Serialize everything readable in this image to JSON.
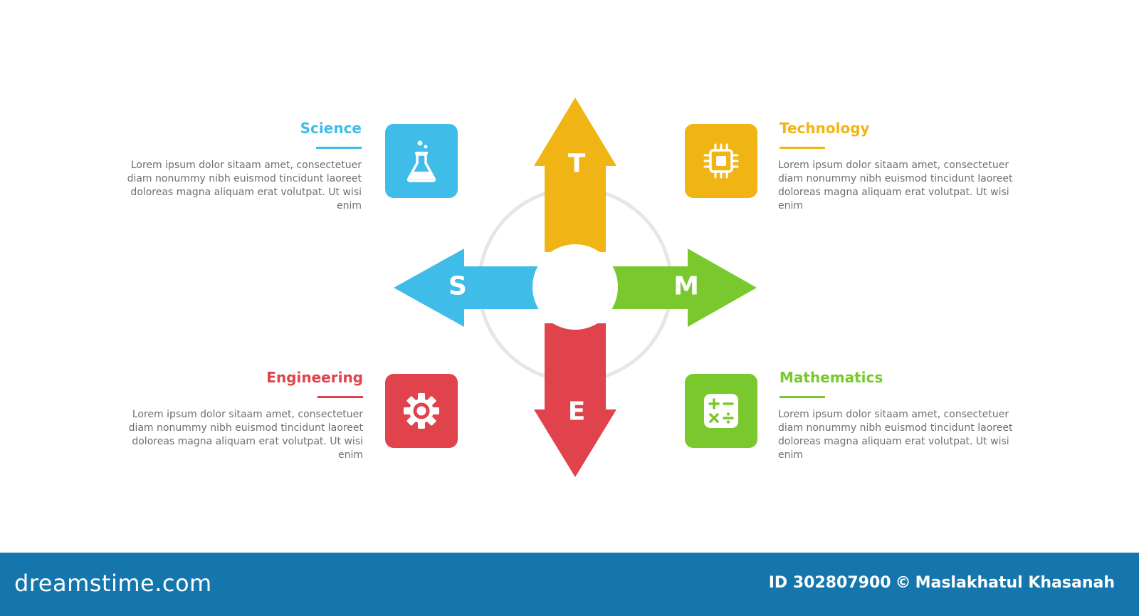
{
  "colors": {
    "science": "#3fbde8",
    "technology": "#f0b515",
    "engineering": "#e0434b",
    "mathematics": "#79c82e",
    "ring": "#e6e6e6",
    "footer_bg": "#1576ad"
  },
  "arrows": {
    "top_letter": "T",
    "left_letter": "S",
    "right_letter": "M",
    "bottom_letter": "E"
  },
  "cards": {
    "science": {
      "title": "Science",
      "desc": "Lorem ipsum dolor sitaam amet, consectetuer diam nonummy  nibh euismod tincidunt laoreet doloreas magna aliquam erat volutpat. Ut wisi enim",
      "icon": "flask-icon"
    },
    "technology": {
      "title": "Technology",
      "desc": "Lorem ipsum dolor sitaam amet, consectetuer diam nonummy  nibh euismod tincidunt laoreet doloreas magna aliquam erat volutpat. Ut wisi enim",
      "icon": "chip-icon"
    },
    "engineering": {
      "title": "Engineering",
      "desc": "Lorem ipsum dolor sitaam amet, consectetuer diam nonummy  nibh euismod tincidunt laoreet doloreas magna aliquam erat volutpat. Ut wisi enim",
      "icon": "gear-icon"
    },
    "mathematics": {
      "title": "Mathematics",
      "desc": "Lorem ipsum dolor sitaam amet, consectetuer diam nonummy  nibh euismod tincidunt laoreet doloreas magna aliquam erat volutpat. Ut wisi enim",
      "icon": "calculator-icon"
    }
  },
  "footer": {
    "logo": "dreamstime.com",
    "id_text": "ID 302807900",
    "copyright_symbol": "©",
    "author": "Maslakhatul Khasanah"
  }
}
